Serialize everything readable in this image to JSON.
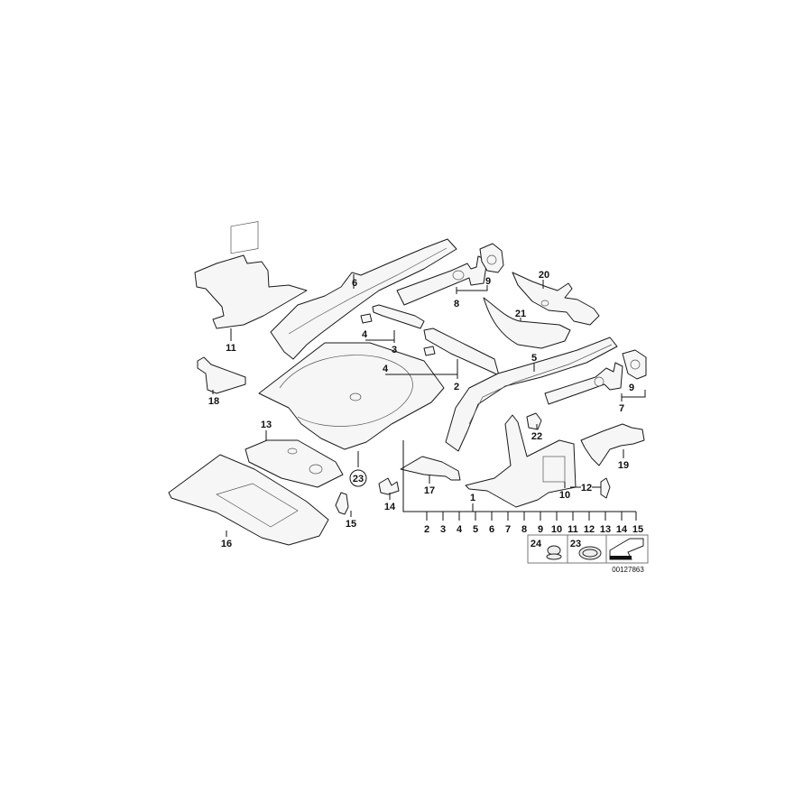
{
  "diagram": {
    "callouts": [
      {
        "id": "c11",
        "text": "11"
      },
      {
        "id": "c6",
        "text": "6"
      },
      {
        "id": "c9a",
        "text": "9"
      },
      {
        "id": "c8",
        "text": "8"
      },
      {
        "id": "c20",
        "text": "20"
      },
      {
        "id": "c21",
        "text": "21"
      },
      {
        "id": "c4a",
        "text": "4"
      },
      {
        "id": "c3",
        "text": "3"
      },
      {
        "id": "c4b",
        "text": "4"
      },
      {
        "id": "c2",
        "text": "2"
      },
      {
        "id": "c5",
        "text": "5"
      },
      {
        "id": "c9b",
        "text": "9"
      },
      {
        "id": "c7",
        "text": "7"
      },
      {
        "id": "c18",
        "text": "18"
      },
      {
        "id": "c13",
        "text": "13"
      },
      {
        "id": "c23",
        "text": "23"
      },
      {
        "id": "c22",
        "text": "22"
      },
      {
        "id": "c19",
        "text": "19"
      },
      {
        "id": "c17",
        "text": "17"
      },
      {
        "id": "c14",
        "text": "14"
      },
      {
        "id": "c15",
        "text": "15"
      },
      {
        "id": "c16",
        "text": "16"
      },
      {
        "id": "c1",
        "text": "1"
      },
      {
        "id": "c10",
        "text": "10"
      },
      {
        "id": "c12",
        "text": "12"
      }
    ],
    "scale": [
      "2",
      "3",
      "4",
      "5",
      "6",
      "7",
      "8",
      "9",
      "10",
      "11",
      "12",
      "13",
      "14",
      "15"
    ],
    "legend": {
      "item1": "24",
      "item2": "23"
    },
    "drawing_code": "00127863"
  }
}
